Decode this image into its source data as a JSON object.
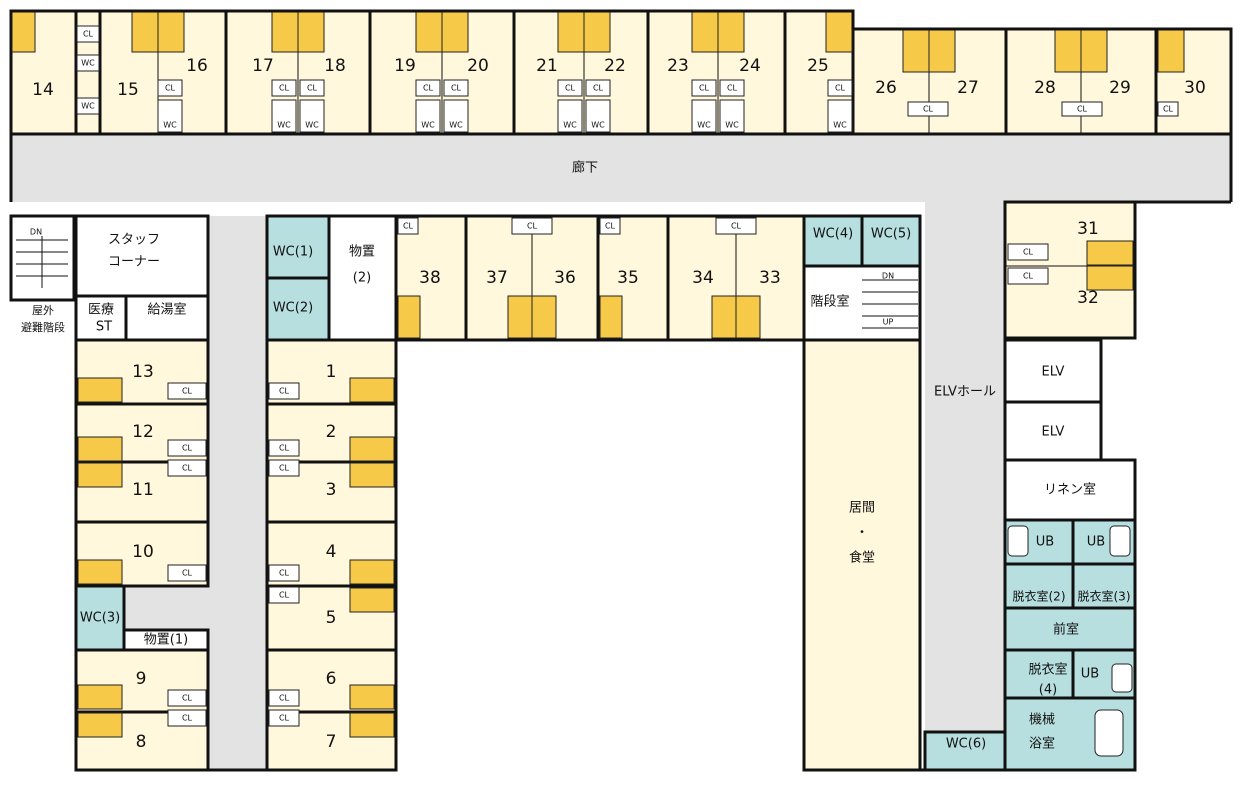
{
  "labels": {
    "corridor": "廊下",
    "staff_corner_1": "スタッフ",
    "staff_corner_2": "コーナー",
    "medical_1": "医療",
    "medical_2": "ST",
    "kitchenette": "給湯室",
    "outdoor_stair_1": "屋外",
    "outdoor_stair_2": "避難階段",
    "dn": "DN",
    "up": "UP",
    "storage2_1": "物置",
    "storage2_2": "(2)",
    "storage1": "物置(1)",
    "wc1": "WC(1)",
    "wc2": "WC(2)",
    "wc3": "WC(3)",
    "wc4": "WC(4)",
    "wc5": "WC(5)",
    "wc6": "WC(6)",
    "stairwell": "階段室",
    "elv_hall": "ELVホール",
    "elv1": "ELV",
    "elv2": "ELV",
    "linen": "リネン室",
    "living_1": "居間",
    "living_2": "・",
    "living_3": "食堂",
    "ub1": "UB",
    "ub2": "UB",
    "ub3": "UB",
    "dressing2": "脱衣室(2)",
    "dressing3": "脱衣室(3)",
    "anteroom": "前室",
    "dressing4_1": "脱衣室",
    "dressing4_2": "(4)",
    "machine_bath_1": "機械",
    "machine_bath_2": "浴室",
    "cl": "CL",
    "wc": "WC"
  },
  "rooms": {
    "r1": "1",
    "r2": "2",
    "r3": "3",
    "r4": "4",
    "r5": "5",
    "r6": "6",
    "r7": "7",
    "r8": "8",
    "r9": "9",
    "r10": "10",
    "r11": "11",
    "r12": "12",
    "r13": "13",
    "r14": "14",
    "r15": "15",
    "r16": "16",
    "r17": "17",
    "r18": "18",
    "r19": "19",
    "r20": "20",
    "r21": "21",
    "r22": "22",
    "r23": "23",
    "r24": "24",
    "r25": "25",
    "r26": "26",
    "r27": "27",
    "r28": "28",
    "r29": "29",
    "r30": "30",
    "r31": "31",
    "r32": "32",
    "r33": "33",
    "r34": "34",
    "r35": "35",
    "r36": "36",
    "r37": "37",
    "r38": "38"
  },
  "colors": {
    "room_fill": "#fff8dc",
    "bed": "#f7c948",
    "wet_area": "#b8dfe0",
    "corridor": "#e3e3e3",
    "wall": "#111111"
  }
}
